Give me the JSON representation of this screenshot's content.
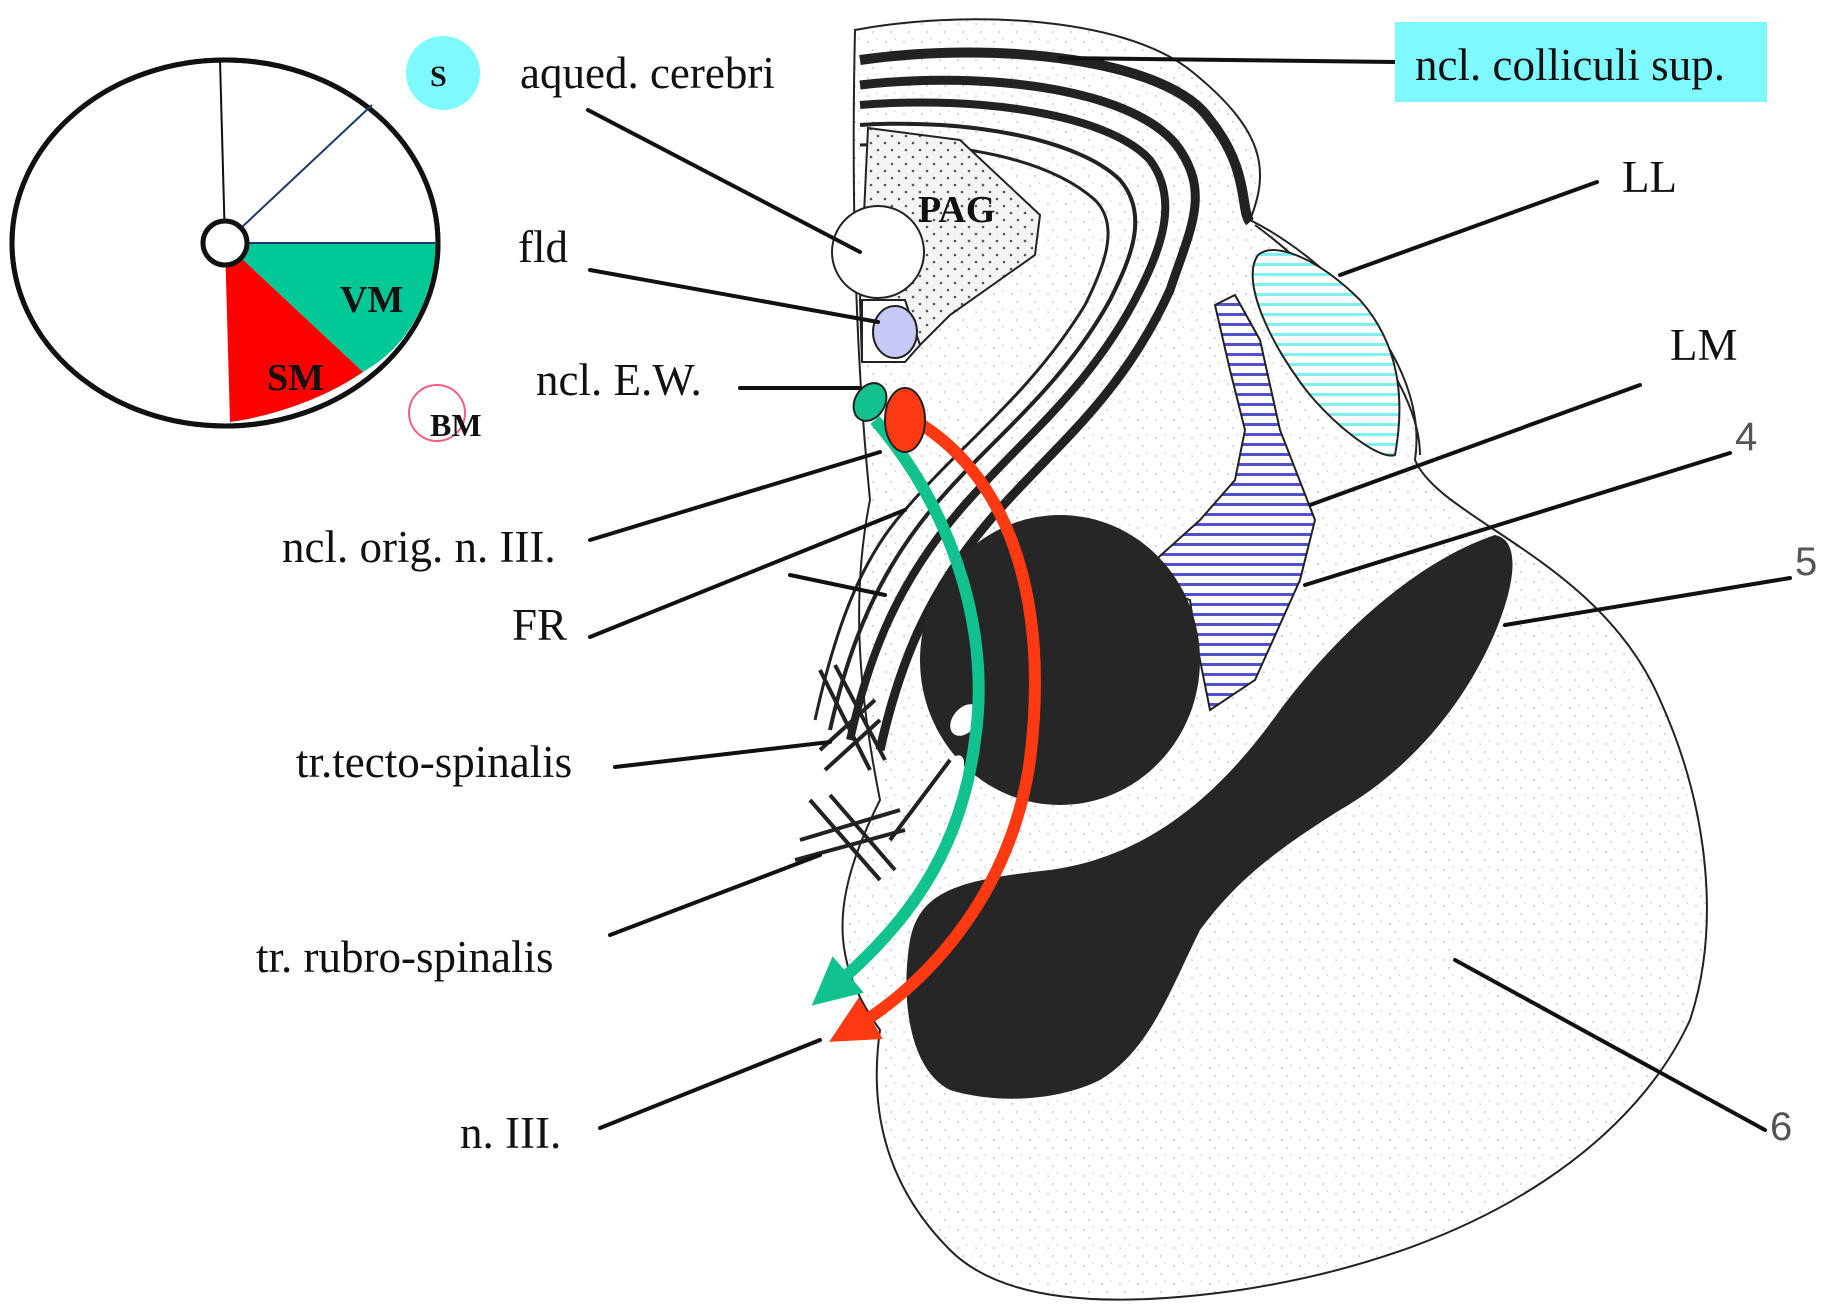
{
  "colors": {
    "cyan_highlight": "#7DF9FF",
    "green_pathway": "#12C28E",
    "red_pathway": "#FF3A12",
    "sector_red": "#FF0000",
    "sector_green": "#00C896",
    "lemniscus_lateralis": "#7FEFF0",
    "lemniscus_medialis": "#4B4BC8",
    "dark_nucleus": "#262626",
    "bm_circle": "#F06080"
  },
  "labels": {
    "colliculi": "ncl. colliculi sup.",
    "aqueduct": "aqued. cerebri",
    "fld": "fld",
    "ew": "ncl. E.W.",
    "orig": "ncl. orig. n. III.",
    "fr": "FR",
    "tecto": "tr.tecto-spinalis",
    "rubro": "tr. rubro-spinalis",
    "n3": "n. III.",
    "ll": "LL",
    "lm": "LM",
    "num4": "4",
    "num5": "5",
    "num6": "6",
    "pag": "PAG"
  },
  "inset": {
    "s_badge": "S",
    "vm": "VM",
    "sm": "SM",
    "bm": "BM"
  }
}
